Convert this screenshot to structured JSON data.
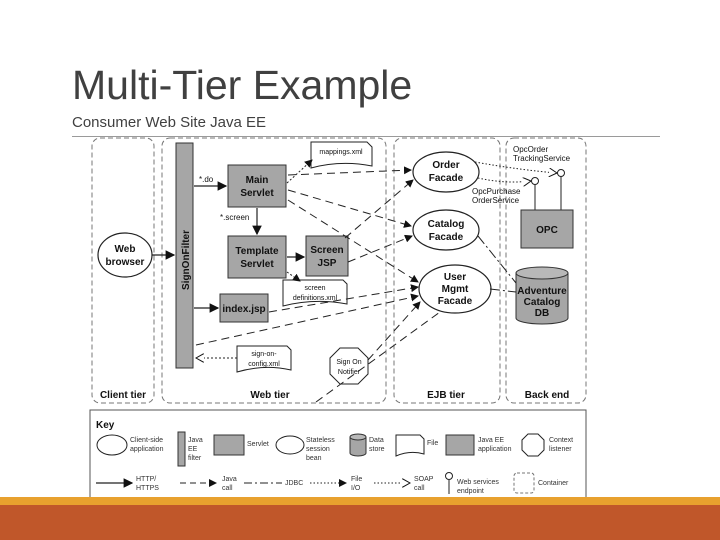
{
  "slide": {
    "title": "Multi-Tier Example",
    "subtitle": "Consumer Web Site Java EE"
  },
  "tiers": {
    "client": "Client tier",
    "web": "Web tier",
    "ejb": "EJB tier",
    "backend": "Back end"
  },
  "nodes": {
    "web_browser": [
      "Web",
      "browser"
    ],
    "sign_on_filter": "SignOnFilter",
    "do_label": "*.do",
    "screen_label": "*.screen",
    "main_servlet": [
      "Main",
      "Servlet"
    ],
    "mappings_xml": "mappings.xml",
    "template_servlet": [
      "Template",
      "Servlet"
    ],
    "screen_jsp": [
      "Screen",
      "JSP"
    ],
    "screen_definitions": [
      "screen",
      "definitions.xml"
    ],
    "index_jsp": "index.jsp",
    "sign_on_config": [
      "sign-on-",
      "config.xml"
    ],
    "sign_on_notifier": [
      "Sign On",
      "Notifier"
    ],
    "order_facade": [
      "Order",
      "Facade"
    ],
    "catalog_facade": [
      "Catalog",
      "Facade"
    ],
    "user_mgmt_facade": [
      "User",
      "Mgmt",
      "Facade"
    ],
    "opc_order_tracking": [
      "OpcOrder",
      "TrackingService"
    ],
    "opc_purchase_order": [
      "OpcPurchase",
      "OrderService"
    ],
    "opc": "OPC",
    "adventure_catalog_db": [
      "Adventure",
      "Catalog",
      "DB"
    ]
  },
  "key": {
    "title": "Key",
    "client_side_app": [
      "Client-side",
      "application"
    ],
    "java_ee_filter": [
      "Java",
      "EE",
      "filter"
    ],
    "servlet": "Servlet",
    "stateless_bean": [
      "Stateless",
      "session",
      "bean"
    ],
    "data_store": [
      "Data",
      "store"
    ],
    "file": "File",
    "java_ee_app": [
      "Java EE",
      "application"
    ],
    "context_listener": [
      "Context",
      "listener"
    ],
    "http": [
      "HTTP/",
      "HTTPS"
    ],
    "java_call": [
      "Java",
      "call"
    ],
    "jdbc": "JDBC",
    "file_io": [
      "File",
      "I/O"
    ],
    "soap_call": [
      "SOAP",
      "call"
    ],
    "ws_endpoint": [
      "Web services",
      "endpoint"
    ],
    "container": "Container"
  }
}
